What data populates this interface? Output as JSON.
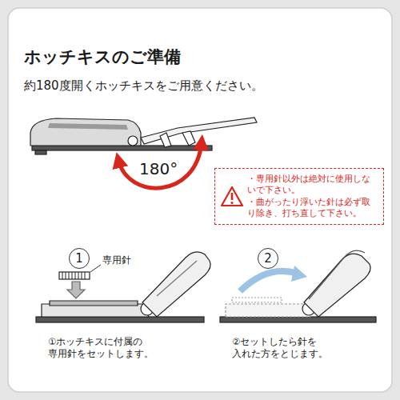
{
  "diagram": {
    "title": "ホッチキスのご準備",
    "nodes": [
      {
        "text": [
          "・専用針以外は絶対に使用しないで下さい。",
          "・曲がったり浮いた針は必ず取り除き、打ち直して下さい。"
        ]
      },
      {
        "text": [
          "1"
        ]
      },
      {
        "text": [
          "2"
        ]
      }
    ],
    "labels": [
      "約180度開くホッチキスをご用意ください。",
      "180°",
      "専用針",
      "①ホッチキスに付属の 専用針をセットします。",
      "②セットしたら針を 入れた方をとじます。"
    ]
  }
}
